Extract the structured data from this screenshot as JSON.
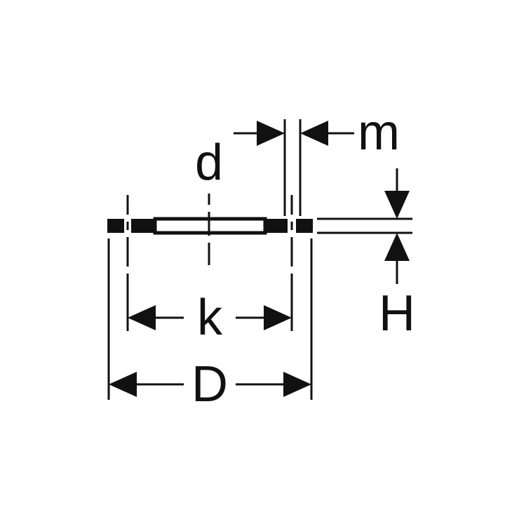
{
  "labels": {
    "d": "d",
    "m": "m",
    "k": "k",
    "D": "D",
    "H": "H"
  },
  "colors": {
    "ink": "#111111",
    "background": "#ffffff"
  }
}
